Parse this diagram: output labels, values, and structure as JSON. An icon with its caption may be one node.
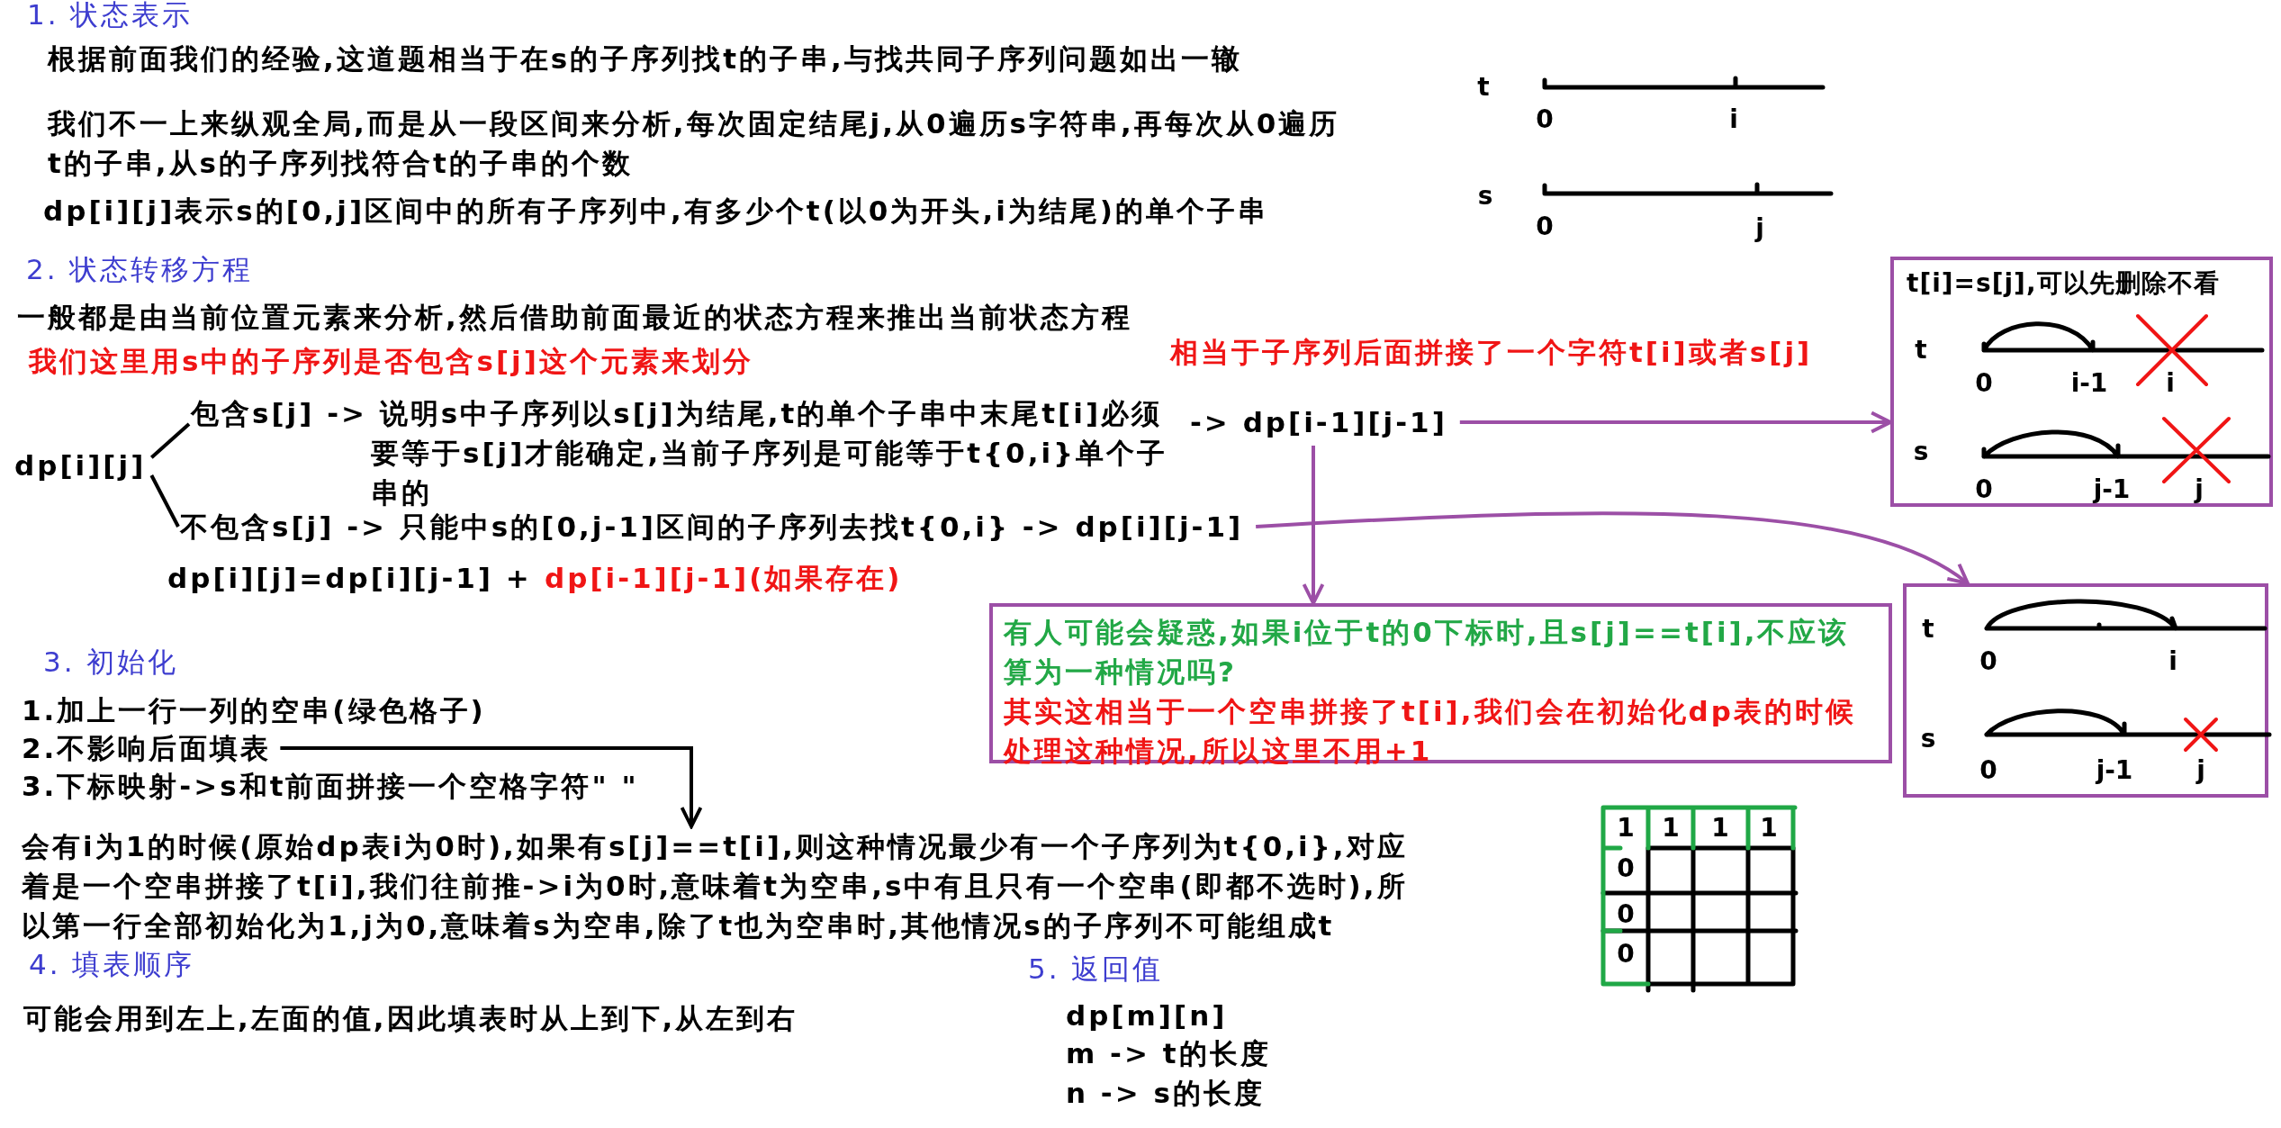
{
  "diagram": {
    "nodes": [
      {
        "text": [
          "dp[i][j]"
        ]
      },
      {
        "text": [
          "包含s[j] -> 说明s中子序列以s[j]为结尾,t的单个子串中末尾t[i]必须要等于s[j]才能确定,当前子序列是可能等于t{0,i}单个子串的"
        ]
      },
      {
        "text": [
          "不包含s[j] -> 只能中s的[0,j-1]区间的子序列去找t{0,i} -> dp[i][j-1]"
        ]
      },
      {
        "text": [
          "-> dp[i-1][j-1]"
        ]
      },
      {
        "text": [
          "t[i]=s[j],可以先删除不看",
          "t",
          "0",
          "i-1",
          "i",
          "s",
          "0",
          "j-1",
          "j"
        ]
      },
      {
        "text": [
          "有人可能会疑惑,如果i位于t的0下标时,且s[j]==t[i],不应该算为一种情况吗?",
          "其实这相当于一个空串拼接了t[i],我们会在初始化dp表的时候处理这种情况,所以这里不用+1"
        ]
      },
      {
        "text": [
          "t",
          "0",
          "i",
          "s",
          "0",
          "j-1",
          "j"
        ]
      },
      {
        "text": [
          "2.不影响后面填表"
        ]
      },
      {
        "text": [
          "会有i为1的时候(原始dp表i为0时),如果有s[j]==t[i],则这种情况最少有一个子序列为t{0,i},对应着是一个空串拼接了t[i],我们往前推->i为0时,意味着t为空串,s中有且只有一个空串(即都不选时),所以第一行全部初始化为1,j为0,意味着s为空串,除了t也为空串时,其他情况s的子序列不可能组成t"
        ]
      }
    ],
    "edges": [
      {
        "from": 0,
        "to": 1,
        "arrow": "none"
      },
      {
        "from": 0,
        "to": 2,
        "arrow": "none"
      },
      {
        "from": 3,
        "to": 4,
        "arrow": "to",
        "color": "#9c4fa6"
      },
      {
        "from": 3,
        "to": 5,
        "arrow": "to",
        "color": "#9c4fa6"
      },
      {
        "from": 2,
        "to": 6,
        "arrow": "to",
        "color": "#9c4fa6"
      },
      {
        "from": 7,
        "to": 8,
        "arrow": "to"
      }
    ],
    "labels": [
      "1. 状态表示",
      "根据前面我们的经验,这道题相当于在s的子序列找t的子串,与找共同子序列问题如出一辙",
      "我们不一上来纵观全局,而是从一段区间来分析,每次固定结尾j,从0遍历s字符串,再每次从0遍历t的子串,从s的子序列找符合t的子串的个数",
      "dp[i][j]表示s的[0,j]区间中的所有子序列中,有多少个t(以0为开头,i为结尾)的单个子串",
      "t",
      "0",
      "i",
      "s",
      "0",
      "j",
      "2. 状态转移方程",
      "一般都是由当前位置元素来分析,然后借助前面最近的状态方程来推出当前状态方程",
      "我们这里用s中的子序列是否包含s[j]这个元素来划分",
      "相当于子序列后面拼接了一个字符t[i]或者s[j]",
      "dp[i][j]=dp[i][j-1] +",
      "dp[i-1][j-1](如果存在)",
      "3. 初始化",
      "1.加上一行一列的空串(绿色格子)",
      "3.下标映射->s和t前面拼接一个空格字符\" \"",
      "1",
      "1",
      "1",
      "1",
      "0",
      "0",
      "0",
      "4. 填表顺序",
      "可能会用到左上,左面的值,因此填表时从上到下,从左到右",
      "5. 返回值",
      "dp[m][n]",
      "m -> t的长度",
      "n -> s的长度"
    ]
  }
}
